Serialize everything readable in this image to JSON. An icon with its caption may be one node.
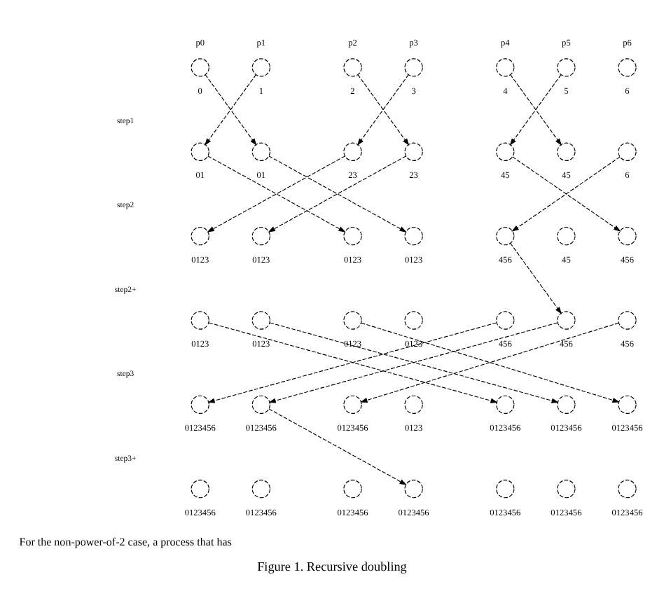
{
  "diagram": {
    "caption": "Figure 1. Recursive doubling",
    "nodes": [
      {
        "text": [],
        "shape": "circle",
        "beside": [
          "p0",
          "0"
        ]
      },
      {
        "text": [],
        "shape": "circle",
        "beside": [
          "p1",
          "1"
        ]
      },
      {
        "text": [],
        "shape": "circle",
        "beside": [
          "p2",
          "2"
        ]
      },
      {
        "text": [],
        "shape": "circle",
        "beside": [
          "p3",
          "3"
        ]
      },
      {
        "text": [],
        "shape": "circle",
        "beside": [
          "p4",
          "4"
        ]
      },
      {
        "text": [],
        "shape": "circle",
        "beside": [
          "p5",
          "5"
        ]
      },
      {
        "text": [],
        "shape": "circle",
        "beside": [
          "p6",
          "6"
        ]
      },
      {
        "text": [],
        "shape": "circle",
        "beside": [
          "01"
        ]
      },
      {
        "text": [],
        "shape": "circle",
        "beside": [
          "01"
        ]
      },
      {
        "text": [],
        "shape": "circle",
        "beside": [
          "23"
        ]
      },
      {
        "text": [],
        "shape": "circle",
        "beside": [
          "23"
        ]
      },
      {
        "text": [],
        "shape": "circle",
        "beside": [
          "45"
        ]
      },
      {
        "text": [],
        "shape": "circle",
        "beside": [
          "45"
        ]
      },
      {
        "text": [],
        "shape": "circle",
        "beside": [
          "6"
        ]
      },
      {
        "text": [],
        "shape": "circle",
        "beside": [
          "0123"
        ]
      },
      {
        "text": [],
        "shape": "circle",
        "beside": [
          "0123"
        ]
      },
      {
        "text": [],
        "shape": "circle",
        "beside": [
          "0123"
        ]
      },
      {
        "text": [],
        "shape": "circle",
        "beside": [
          "0123"
        ]
      },
      {
        "text": [],
        "shape": "circle",
        "beside": [
          "456"
        ]
      },
      {
        "text": [],
        "shape": "circle",
        "beside": [
          "45"
        ]
      },
      {
        "text": [],
        "shape": "circle",
        "beside": [
          "456"
        ]
      },
      {
        "text": [],
        "shape": "circle",
        "beside": [
          "0123"
        ]
      },
      {
        "text": [],
        "shape": "circle",
        "beside": [
          "0123"
        ]
      },
      {
        "text": [],
        "shape": "circle",
        "beside": [
          "0123"
        ]
      },
      {
        "text": [],
        "shape": "circle",
        "beside": [
          "0123"
        ]
      },
      {
        "text": [],
        "shape": "circle",
        "beside": [
          "456"
        ]
      },
      {
        "text": [],
        "shape": "circle",
        "beside": [
          "456"
        ]
      },
      {
        "text": [],
        "shape": "circle",
        "beside": [
          "456"
        ]
      },
      {
        "text": [],
        "shape": "circle",
        "beside": [
          "0123456"
        ]
      },
      {
        "text": [],
        "shape": "circle",
        "beside": [
          "0123456"
        ]
      },
      {
        "text": [],
        "shape": "circle",
        "beside": [
          "0123456"
        ]
      },
      {
        "text": [],
        "shape": "circle",
        "beside": [
          "0123"
        ]
      },
      {
        "text": [],
        "shape": "circle",
        "beside": [
          "0123456"
        ]
      },
      {
        "text": [],
        "shape": "circle",
        "beside": [
          "0123456"
        ]
      },
      {
        "text": [],
        "shape": "circle",
        "beside": [
          "0123456"
        ]
      },
      {
        "text": [],
        "shape": "circle",
        "beside": [
          "0123456"
        ]
      },
      {
        "text": [],
        "shape": "circle",
        "beside": [
          "0123456"
        ]
      },
      {
        "text": [],
        "shape": "circle",
        "beside": [
          "0123456"
        ]
      },
      {
        "text": [],
        "shape": "circle",
        "beside": [
          "0123456"
        ]
      },
      {
        "text": [],
        "shape": "circle",
        "beside": [
          "0123456"
        ]
      },
      {
        "text": [],
        "shape": "circle",
        "beside": [
          "0123456"
        ]
      },
      {
        "text": [],
        "shape": "circle",
        "beside": [
          "0123456"
        ]
      }
    ],
    "edges": [
      {
        "from": 0,
        "to": 8,
        "arrow": "to",
        "style": "dashed"
      },
      {
        "from": 1,
        "to": 7,
        "arrow": "to",
        "style": "dashed"
      },
      {
        "from": 2,
        "to": 10,
        "arrow": "to",
        "style": "dashed"
      },
      {
        "from": 3,
        "to": 9,
        "arrow": "to",
        "style": "dashed"
      },
      {
        "from": 4,
        "to": 12,
        "arrow": "to",
        "style": "dashed"
      },
      {
        "from": 5,
        "to": 11,
        "arrow": "to",
        "style": "dashed"
      },
      {
        "from": 7,
        "to": 16,
        "arrow": "to",
        "style": "dashed"
      },
      {
        "from": 8,
        "to": 17,
        "arrow": "to",
        "style": "dashed"
      },
      {
        "from": 9,
        "to": 14,
        "arrow": "to",
        "style": "dashed"
      },
      {
        "from": 10,
        "to": 15,
        "arrow": "to",
        "style": "dashed"
      },
      {
        "from": 11,
        "to": 20,
        "arrow": "to",
        "style": "dashed"
      },
      {
        "from": 13,
        "to": 18,
        "arrow": "to",
        "style": "dashed"
      },
      {
        "from": 18,
        "to": 26,
        "arrow": "to",
        "style": "dashed"
      },
      {
        "from": 21,
        "to": 32,
        "arrow": "to",
        "style": "dashed"
      },
      {
        "from": 22,
        "to": 33,
        "arrow": "to",
        "style": "dashed"
      },
      {
        "from": 23,
        "to": 34,
        "arrow": "to",
        "style": "dashed"
      },
      {
        "from": 25,
        "to": 28,
        "arrow": "to",
        "style": "dashed"
      },
      {
        "from": 26,
        "to": 29,
        "arrow": "to",
        "style": "dashed"
      },
      {
        "from": 27,
        "to": 30,
        "arrow": "to",
        "style": "dashed"
      },
      {
        "from": 29,
        "to": 38,
        "arrow": "to",
        "style": "dashed"
      }
    ],
    "labels": [
      "step1",
      "step2",
      "step2+",
      "step3",
      "step3+",
      "For the non-power-of-2 case, a process that has"
    ]
  }
}
